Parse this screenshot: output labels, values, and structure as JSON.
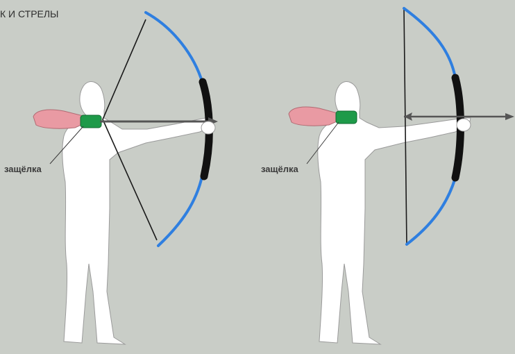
{
  "title": "К И СТРЕЛЫ",
  "colors": {
    "background": "#c9cdc7",
    "figure": "#ffffff",
    "outline": "#8a8a8a",
    "bow_limb": "#2f7fe0",
    "bow_grip": "#111111",
    "string": "#1a1a1a",
    "arrow": "#555555",
    "clip": "#1e9a49",
    "shoulder_pad": "#e99aa3"
  },
  "figures": [
    {
      "label": "защёлка",
      "state": "drawn"
    },
    {
      "label": "защёлка",
      "state": "released"
    }
  ]
}
